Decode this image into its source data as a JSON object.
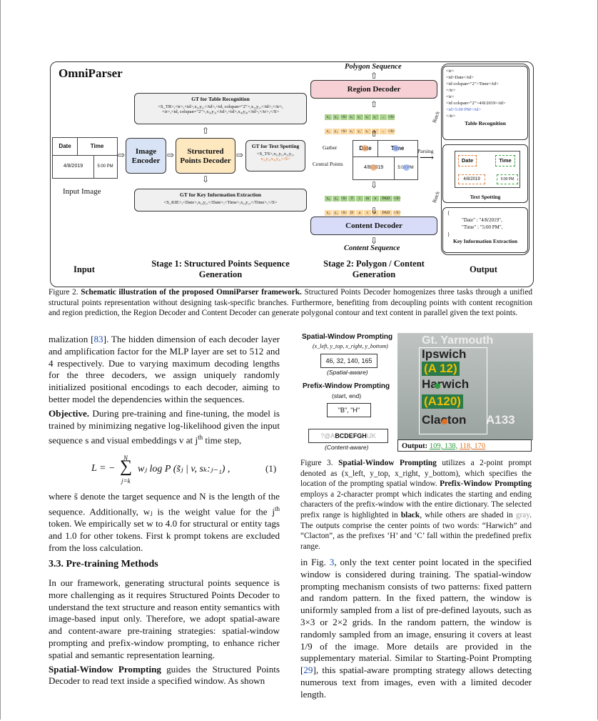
{
  "figure2": {
    "title": "OmniParser",
    "polygon_sequence": "Polygon Sequence",
    "content_sequence": "Content Sequence",
    "region_decoder": "Region Decoder",
    "content_decoder": "Content Decoder",
    "image_encoder": "Image Encoder",
    "structured_points_decoder": "Structured Points Decoder",
    "gt_table": "GT for Table Recognition",
    "gt_table_seq1": "<S_TR>,<tr>,<td>,x₁,y₁,</td>,<td, colspan=\"2\">,x₂,y₂,</td>,</tr>,",
    "gt_table_seq2": "<tr>,<td, colspan=\"2\">,x₃,y₃,</td>,<td>,x₄,y₄,</td>,</tr>,</S>",
    "gt_text": "GT for Text Spotting",
    "gt_text_seq1": "<S_TS>,x₁,y₁,x₂,y₂,",
    "gt_text_seq2": "x₃,y₃,x₄,y₄,</S>",
    "gt_kie": "GT for Key Information Extraction",
    "gt_kie_seq": "<S_KIE>,<Date>,x₁,y₁,</Date>,<Time>,x₂,y₂,</Time>,</S>",
    "input_image": "Input Image",
    "date": "Date",
    "time": "Time",
    "date_value": "4/8/2019",
    "time_value": "5:00 PM",
    "gather": "Gather",
    "central_points": "Central Points",
    "parsing": "Parsing",
    "batch": "Batch",
    "table_html": [
      "<tr>",
      "<td>Date</td>",
      "<td colspan=\"2\">Time</td>",
      "</tr>",
      "<tr>",
      "<td colspan=\"2\">4/8/2019</td>",
      "<td>5:00 PM</td>",
      "</tr>"
    ],
    "table_recognition": "Table Recognition",
    "text_spotting": "Text Spotting",
    "kie_open": "{",
    "kie_date": "\"Date\" : \"4/8/2019\",",
    "kie_time": "\"Time\" : \"5:00 PM\",",
    "kie_close": "}",
    "key_info": "Key Information Extraction",
    "input": "Input",
    "stage1": "Stage 1: Structured Points Sequence Generation",
    "stage2": "Stage 2: Polygon / Content Generation",
    "output": "Output"
  },
  "caption2": {
    "prefix": "Figure 2.",
    "bold": "Schematic illustration of the proposed OmniParser framework.",
    "text": "Structured Points Decoder homogenizes three tasks through a unified structural points representation without designing task-specific branches. Furthermore, benefiting from decoupling points with content recognition and region prediction, the Region Decoder and Content Decoder can generate polygonal contour and text content in parallel given the text points."
  },
  "left_col": {
    "p1_a": "malization [",
    "p1_cite": "83",
    "p1_b": "]. The hidden dimension of each decoder layer and amplification factor for the MLP layer are set to 512 and 4 respectively. Due to varying maximum decoding lengths for the three decoders, we assign uniquely randomly initialized positional encodings to each decoder, aiming to better model the dependencies within the sequences.",
    "obj_title": "Objective.",
    "obj_text": "During pre-training and fine-tuning, the model is trained by minimizing negative log-likelihood given the input sequence s and visual embeddings v at j",
    "obj_sup": "th",
    "obj_end": " time step,",
    "eq_lhs": "L = −",
    "eq_sum_top": "N",
    "eq_sum_bot": "j=k",
    "eq_rhs": "wⱼ log P (s̃ⱼ | v, sₖ:ⱼ₋₁) ,",
    "eq_num": "(1)",
    "p2": "where s̃ denote the target sequence and N is the length of the sequence. Additionally, wⱼ is the weight value for the j",
    "p2_sup": "th",
    "p2_b": " token. We empirically set w to 4.0 for structural or entity tags and 1.0 for other tokens. First k prompt tokens are excluded from the loss calculation.",
    "section": "3.3. Pre-training Methods",
    "p3": "In our framework, generating structural points sequence is more challenging as it requires Structured Points Decoder to understand the text structure and reason entity semantics with image-based input only. Therefore, we adopt spatial-aware and content-aware pre-training strategies: spatial-window prompting and prefix-window prompting, to enhance richer spatial and semantic representation learning.",
    "p4_title": "Spatial-Window Prompting",
    "p4": " guides the Structured Points Decoder to read text inside a specified window. As shown"
  },
  "figure3": {
    "spatial_title": "Spatial-Window Prompting",
    "spatial_coords": "(x_left, y_top, x_right, y_bottom)",
    "spatial_values": "46, 32, 140, 165",
    "spatial_aware": "(Spatial-aware)",
    "prefix_title": "Prefix-Window Prompting",
    "prefix_coords": "(start, end)",
    "prefix_values": "\"B\", \"H\"",
    "prefix_gray1": "?@A",
    "prefix_black": "BCDEFGH",
    "prefix_gray2": "IJK",
    "content_aware": "(Content-aware)",
    "output_label": "Output:",
    "out_a": "109, 138,",
    "out_b": "118, 170",
    "sign_lines": [
      "Gt. Yarmouth",
      "Ipswich",
      "(A 12)",
      "Harwich",
      "(A120)",
      "Clacton",
      "A133"
    ]
  },
  "caption3": {
    "prefix": "Figure 3.",
    "bold1": "Spatial-Window Prompting",
    "t1": " utilizes a 2-point prompt denoted as (x_left, y_top, x_right, y_bottom), which specifies the location of the prompting spatial window.",
    "bold2": "Prefix-Window Prompting",
    "t2": " employs a 2-character prompt which indicates the starting and ending characters of the prefix-window with the entire dictionary. The selected prefix range is highlighted in",
    "black": "black",
    "t3": ", while others are shaded in",
    "gray": "gray",
    "t4": ". The outputs comprise the center points of two words: “Harwich” and “Clacton”, as the prefixes ‘H’ and ‘C’ fall within the predefined prefix range."
  },
  "right_col": {
    "p1_a": "in Fig. ",
    "p1_cite": "3",
    "p1_b": ", only the text center point located in the specified window is considered during training. The spatial-window prompting mechanism consists of two patterns: fixed pattern and random pattern. In the fixed pattern, the window is uniformly sampled from a list of pre-defined layouts, such as 3×3 or 2×2 grids. In the random pattern, the window is randomly sampled from an image, ensuring it covers at least 1/9 of the image. More details are provided in the supplementary material. Similar to Starting-Point Prompting [",
    "p1_cite2": "29",
    "p1_c": "], this spatial-aware prompting strategy allows detecting numerous text from images, even with a limited decoder length."
  }
}
